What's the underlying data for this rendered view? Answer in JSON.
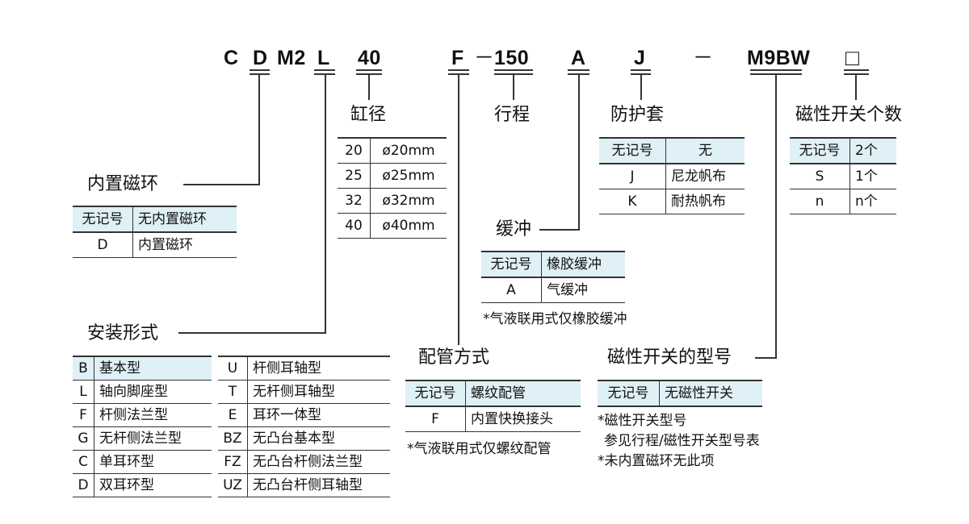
{
  "code": {
    "C": "C",
    "D": "D",
    "M2": "M2",
    "L": "L",
    "bore": "40",
    "F": "F",
    "dash1": "－",
    "stroke": "150",
    "A": "A",
    "J": "J",
    "dash2": "－",
    "switch_model": "M9BW",
    "box": "□"
  },
  "magnet": {
    "title": "内置磁环",
    "rows": [
      [
        "无记号",
        "无内置磁环"
      ],
      [
        "D",
        "内置磁环"
      ]
    ]
  },
  "bore": {
    "title": "缸径",
    "rows": [
      [
        "20",
        "ø20mm"
      ],
      [
        "25",
        "ø25mm"
      ],
      [
        "32",
        "ø32mm"
      ],
      [
        "40",
        "ø40mm"
      ]
    ]
  },
  "stroke": {
    "title": "行程"
  },
  "cushion": {
    "title": "缓冲",
    "rows": [
      [
        "无记号",
        "橡胶缓冲"
      ],
      [
        "A",
        "气缓冲"
      ]
    ],
    "note": "*气液联用式仅橡胶缓冲"
  },
  "boot": {
    "title": "防护套",
    "rows": [
      [
        "无记号",
        "无"
      ],
      [
        "J",
        "尼龙帆布"
      ],
      [
        "K",
        "耐热帆布"
      ]
    ]
  },
  "switch_count": {
    "title": "磁性开关个数",
    "rows": [
      [
        "无记号",
        "2个"
      ],
      [
        "S",
        "1个"
      ],
      [
        "n",
        "n个"
      ]
    ]
  },
  "mounting": {
    "title": "安装形式",
    "left": [
      [
        "B",
        "基本型"
      ],
      [
        "L",
        "轴向脚座型"
      ],
      [
        "F",
        "杆侧法兰型"
      ],
      [
        "G",
        "无杆侧法兰型"
      ],
      [
        "C",
        "单耳环型"
      ],
      [
        "D",
        "双耳环型"
      ]
    ],
    "right": [
      [
        "U",
        "杆侧耳轴型"
      ],
      [
        "T",
        "无杆侧耳轴型"
      ],
      [
        "E",
        "耳环一体型"
      ],
      [
        "BZ",
        "无凸台基本型"
      ],
      [
        "FZ",
        "无凸台杆侧法兰型"
      ],
      [
        "UZ",
        "无凸台杆侧耳轴型"
      ]
    ]
  },
  "port": {
    "title": "配管方式",
    "rows": [
      [
        "无记号",
        "螺纹配管"
      ],
      [
        "F",
        "内置快换接头"
      ]
    ],
    "note": "*气液联用式仅螺纹配管"
  },
  "switch_model": {
    "title": "磁性开关的型号",
    "rows": [
      [
        "无记号",
        "无磁性开关"
      ]
    ],
    "notes": [
      "*磁性开关型号",
      "参见行程/磁性开关型号表",
      "*未内置磁环无此项"
    ]
  }
}
